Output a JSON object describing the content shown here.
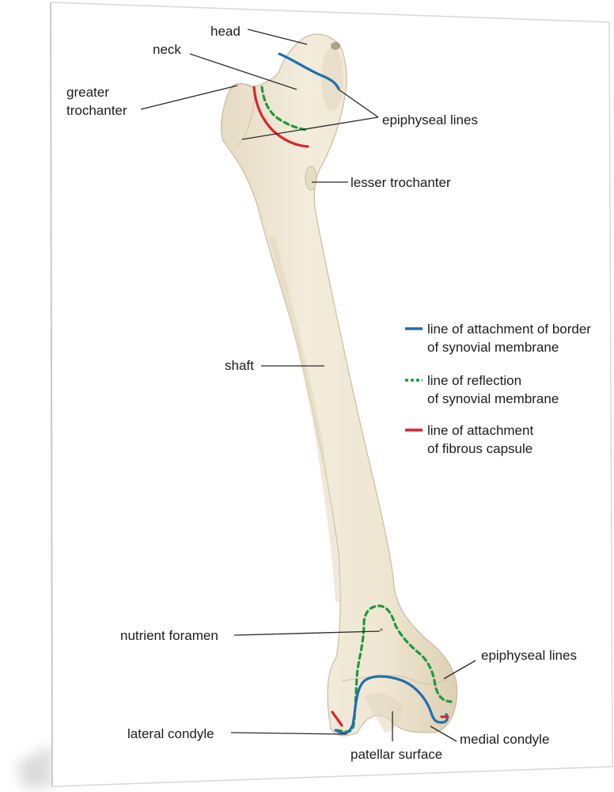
{
  "diagram": {
    "title": "Femur (anterior view) with joint capsule attachments",
    "labels": {
      "head": "head",
      "neck": "neck",
      "greater_trochanter_line1": "greater",
      "greater_trochanter_line2": "trochanter",
      "epiphyseal_lines_upper": "epiphyseal lines",
      "lesser_trochanter": "lesser trochanter",
      "shaft": "shaft",
      "nutrient_foramen": "nutrient foramen",
      "epiphyseal_lines_lower": "epiphyseal lines",
      "lateral_condyle": "lateral condyle",
      "patellar_surface": "patellar surface",
      "medial_condyle": "medial condyle"
    },
    "legend": [
      {
        "style": "solid",
        "color": "#1f6fb2",
        "line1": "line of attachment of border",
        "line2": "of synovial membrane"
      },
      {
        "style": "dashed",
        "color": "#1f9a3e",
        "line1": "line of reflection",
        "line2": "of synovial membrane"
      },
      {
        "style": "solid",
        "color": "#d8252e",
        "line1": "line of attachment",
        "line2": "of fibrous capsule"
      }
    ],
    "colors": {
      "bone": "#efe6d4",
      "synovial_attachment": "#1f6fb2",
      "synovial_reflection": "#1f9a3e",
      "fibrous_capsule": "#d8252e"
    }
  }
}
